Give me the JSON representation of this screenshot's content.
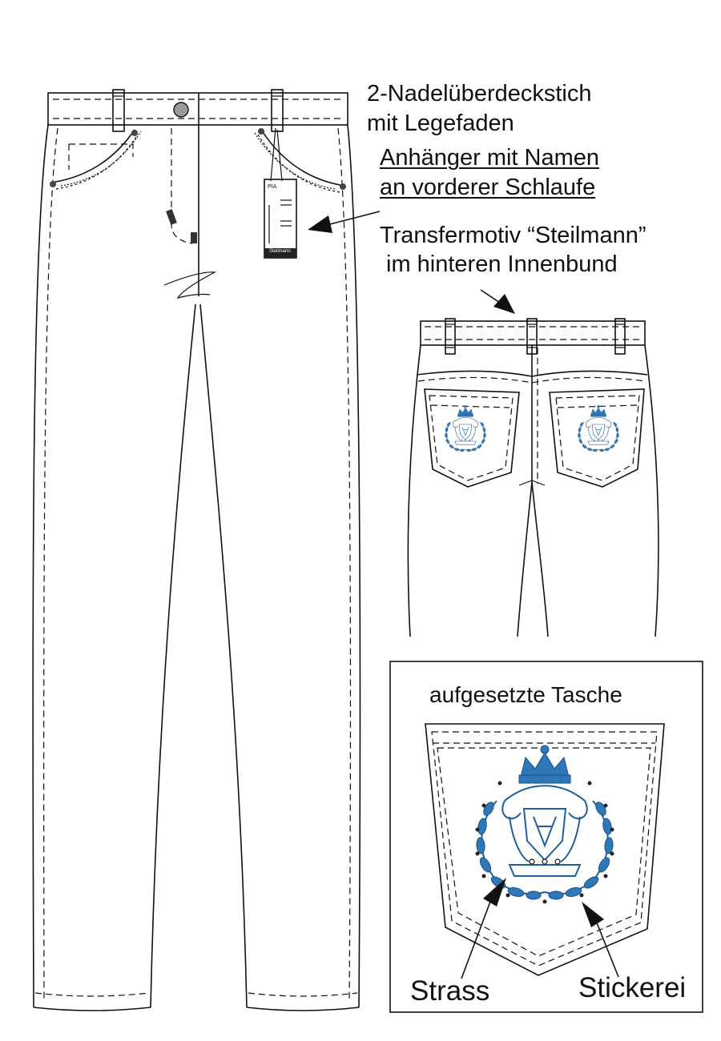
{
  "annotations": {
    "stitch_line1": "2-Nadelüberdeckstich",
    "stitch_line2": "mit Legefaden",
    "tag_line1": "Anhänger mit Namen",
    "tag_line2": "an vorderer Schlaufe",
    "transfer_line1": "Transfermotiv “Steilmann”",
    "transfer_line2": "im hinteren Innenbund"
  },
  "pocket_detail": {
    "title": "aufgesetzte Tasche",
    "strass_label": "Strass",
    "embroidery_label": "Stickerei"
  },
  "hang_tag": {
    "name": "PIA",
    "brand": "Steilmann"
  },
  "colors": {
    "line": "#111111",
    "embroidery": "#2f78b8"
  }
}
